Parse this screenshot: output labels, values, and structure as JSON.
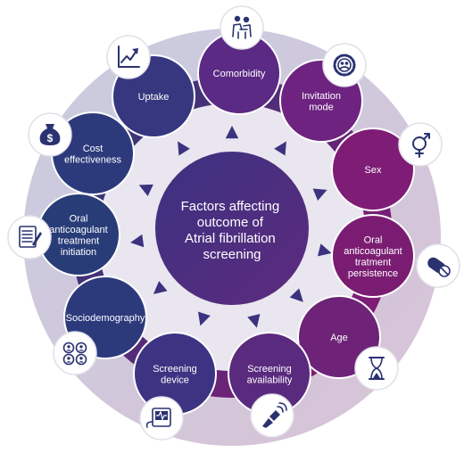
{
  "center": {
    "lines": [
      "Factors affecting",
      "outcome of",
      "Atrial fibrillation",
      "screening"
    ]
  },
  "nodes": [
    {
      "id": "comorbidity",
      "lines": [
        "Comorbidity"
      ],
      "color": "#5b2a84",
      "icon": "people-caregiver-icon"
    },
    {
      "id": "invitation-mode",
      "lines": [
        "Invitation",
        "mode"
      ],
      "color": "#6e2380",
      "icon": "gear-people-icon"
    },
    {
      "id": "sex",
      "lines": [
        "Sex"
      ],
      "color": "#7e1c76",
      "icon": "gender-symbol-icon"
    },
    {
      "id": "oac-persistence",
      "lines": [
        "Oral",
        "anticoagulant",
        "tratment",
        "persistence"
      ],
      "color": "#7a1d72",
      "icon": "pill-capsule-icon"
    },
    {
      "id": "age",
      "lines": [
        "Age"
      ],
      "color": "#6e2378",
      "icon": "hourglass-icon"
    },
    {
      "id": "screening-availability",
      "lines": [
        "Screening",
        "availability"
      ],
      "color": "#5a2a7e",
      "icon": "ultrasound-probe-icon"
    },
    {
      "id": "screening-device",
      "lines": [
        "Screening",
        "device"
      ],
      "color": "#3c3483",
      "icon": "ecg-monitor-icon"
    },
    {
      "id": "sociodemography",
      "lines": [
        "Sociodemography"
      ],
      "color": "#2c3a7c",
      "icon": "people-group-icon"
    },
    {
      "id": "oac-initiation",
      "lines": [
        "Oral",
        "anticoagulant",
        "treatment",
        "initiation"
      ],
      "color": "#283c78",
      "icon": "document-pen-icon"
    },
    {
      "id": "cost-effectiveness",
      "lines": [
        "Cost",
        "effectiveness"
      ],
      "color": "#2c3a7c",
      "icon": "money-bag-icon"
    },
    {
      "id": "uptake",
      "lines": [
        "Uptake"
      ],
      "color": "#36377f",
      "icon": "growth-chart-icon"
    }
  ],
  "colors": {
    "outer_ring_start": "#c8cde0",
    "outer_ring_end": "#d9c2d6",
    "inner_ring_start": "#283c78",
    "inner_ring_end": "#7e1c76",
    "triangle": "#3b3280",
    "icon_border": "#e0e0e8",
    "icon_glyph": "#2a3270"
  }
}
